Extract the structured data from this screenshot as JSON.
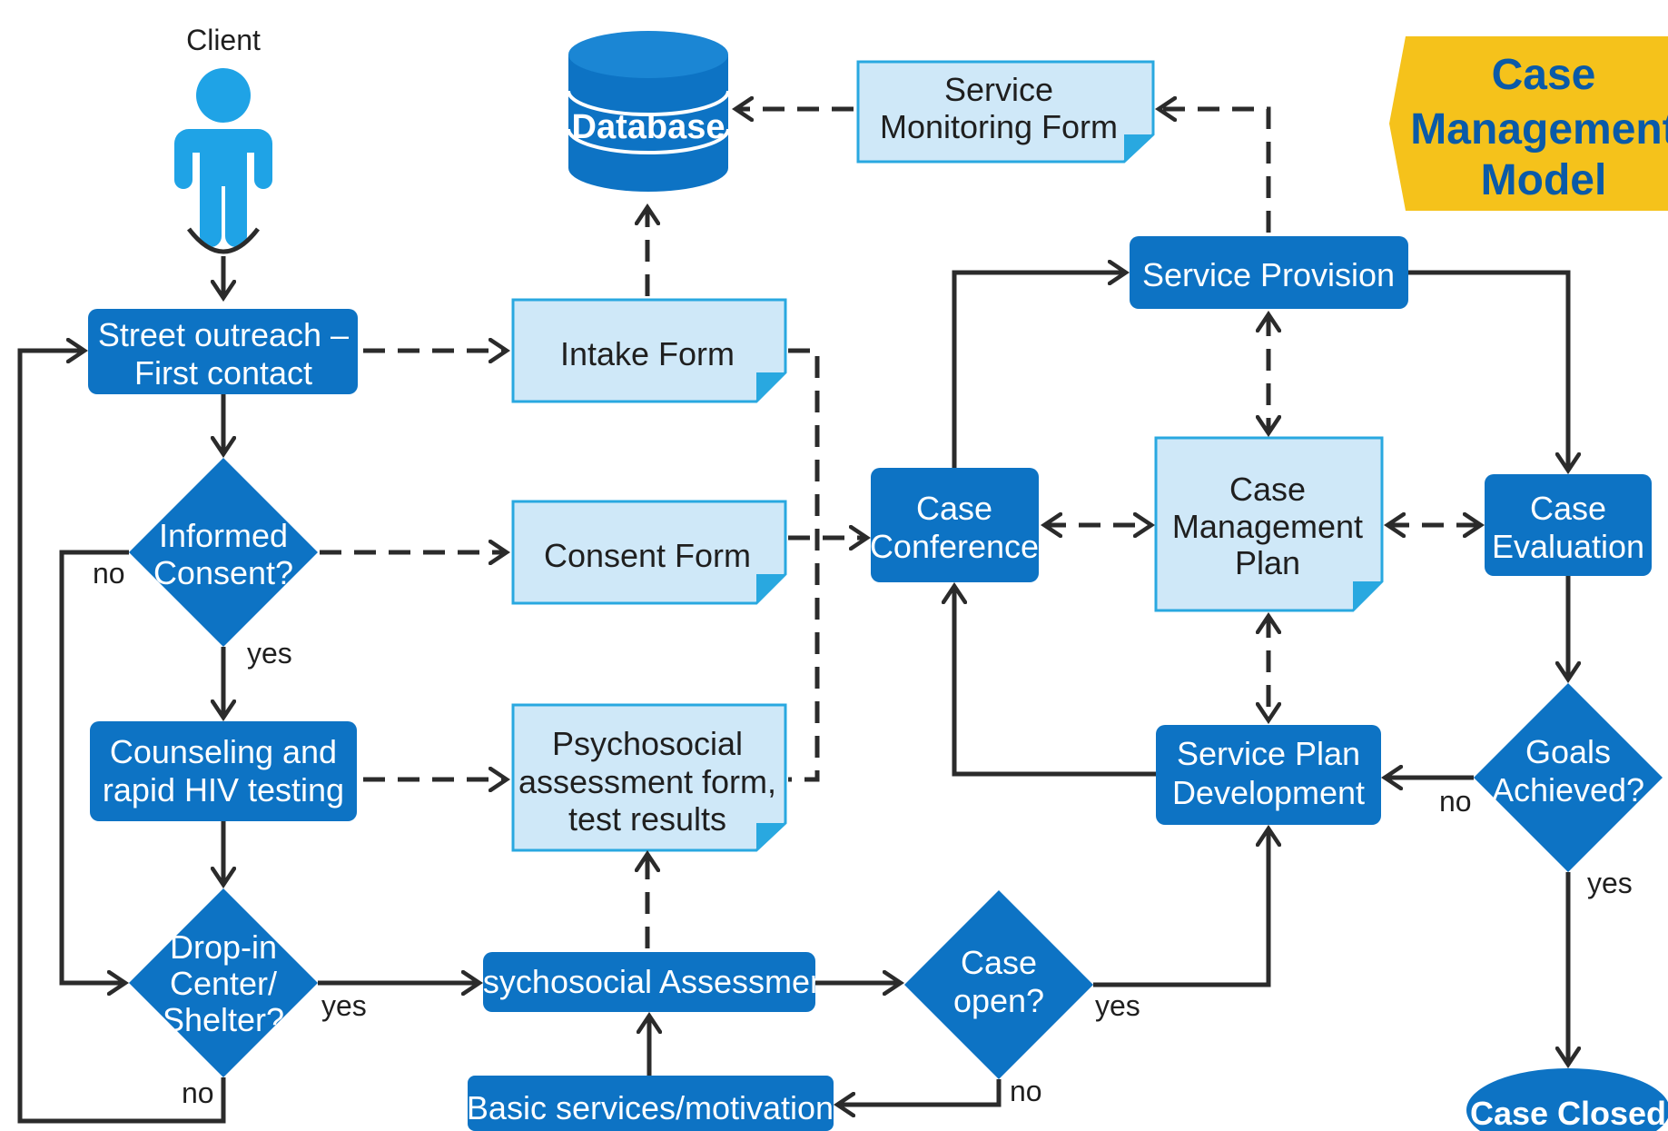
{
  "diagram": {
    "client_label": "Client",
    "database_label": "Database",
    "title_lines": [
      "Case",
      "Management",
      "Model"
    ],
    "process": {
      "street_outreach": [
        "Street outreach –",
        "First contact"
      ],
      "counseling": [
        "Counseling and",
        "rapid HIV testing"
      ],
      "psychosocial_assessment": [
        "Psychosocial Assessment"
      ],
      "basic_services": [
        "Basic services/motivation"
      ],
      "service_provision": [
        "Service Provision"
      ],
      "case_conference": [
        "Case",
        "Conference"
      ],
      "case_evaluation": [
        "Case",
        "Evaluation"
      ],
      "service_plan_development": [
        "Service Plan",
        "Development"
      ],
      "case_closed": [
        "Case Closed"
      ]
    },
    "decisions": {
      "informed_consent": [
        "Informed",
        "Consent?"
      ],
      "drop_in": [
        "Drop-in",
        "Center/",
        "Shelter?"
      ],
      "case_open": [
        "Case",
        "open?"
      ],
      "goals_achieved": [
        "Goals",
        "Achieved?"
      ]
    },
    "documents": {
      "service_monitoring_form": [
        "Service",
        "Monitoring Form"
      ],
      "intake_form": [
        "Intake Form"
      ],
      "consent_form": [
        "Consent Form"
      ],
      "psychosocial_form": [
        "Psychosocial",
        "assessment form,",
        "test results"
      ],
      "case_management_plan": [
        "Case",
        "Management",
        "Plan"
      ]
    },
    "edge_labels": {
      "no": "no",
      "yes": "yes"
    },
    "colors": {
      "process_blue": "#0d73c4",
      "doc_fill": "#cfe8f8",
      "doc_border": "#29a8e0",
      "client_blue": "#1fa3e6",
      "title_yellow": "#f5c21b",
      "arrow": "#2b2b2b"
    }
  }
}
